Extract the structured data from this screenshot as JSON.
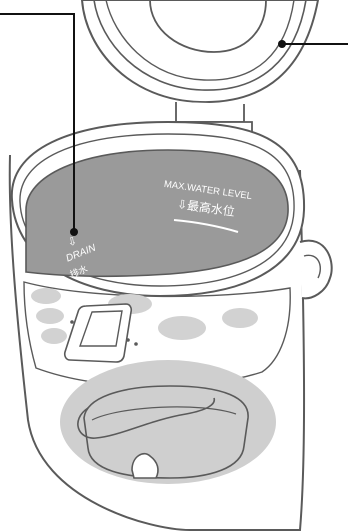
{
  "figure": {
    "inner_labels": {
      "max_water_level_en": "MAX.WATER LEVEL",
      "max_water_level_jp": "⇩最高水位",
      "drain_arrow": "⇩",
      "drain_en": "DRAIN",
      "drain_jp": "排水"
    },
    "colors": {
      "outline": "#5a5a5a",
      "body_fill": "#ffffff",
      "interior_fill": "#9a9a9a",
      "panel_grey": "#d2d2d2",
      "base_grey": "#cfcfcf",
      "leader_line": "#111111",
      "label_text": "#ffffff"
    }
  }
}
